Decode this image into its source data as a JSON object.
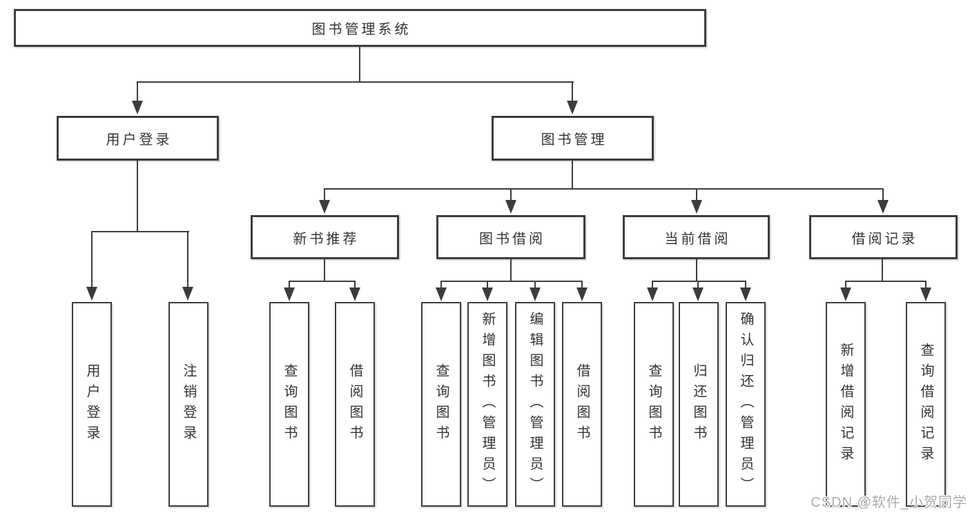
{
  "diagram": {
    "title": "图书管理系统",
    "root": {
      "label": "图书管理系统"
    },
    "level1": {
      "user_login": {
        "label": "用户登录"
      },
      "book_mgmt": {
        "label": "图书管理"
      }
    },
    "level2": {
      "new_books": {
        "label": "新书推荐"
      },
      "book_borrow": {
        "label": "图书借阅"
      },
      "current_borrow": {
        "label": "当前借阅"
      },
      "borrow_records": {
        "label": "借阅记录"
      }
    },
    "leaves": {
      "user_login": [
        {
          "label": "用户登录"
        },
        {
          "label": "注销登录"
        }
      ],
      "new_books": [
        {
          "label": "查询图书"
        },
        {
          "label": "借阅图书"
        }
      ],
      "book_borrow": [
        {
          "label": "查询图书"
        },
        {
          "label": "新增图书（管理员）"
        },
        {
          "label": "编辑图书（管理员）"
        },
        {
          "label": "借阅图书"
        }
      ],
      "current_borrow": [
        {
          "label": "查询图书"
        },
        {
          "label": "归还图书"
        },
        {
          "label": "确认归还（管理员）"
        }
      ],
      "borrow_records": [
        {
          "label": "新增借阅记录"
        },
        {
          "label": "查询借阅记录"
        }
      ]
    },
    "colors": {
      "line": "#3c3c3c",
      "text": "#333333",
      "watermark": "#ababab",
      "background": "#ffffff"
    },
    "watermark": "CSDN @软件_小贺同学"
  }
}
